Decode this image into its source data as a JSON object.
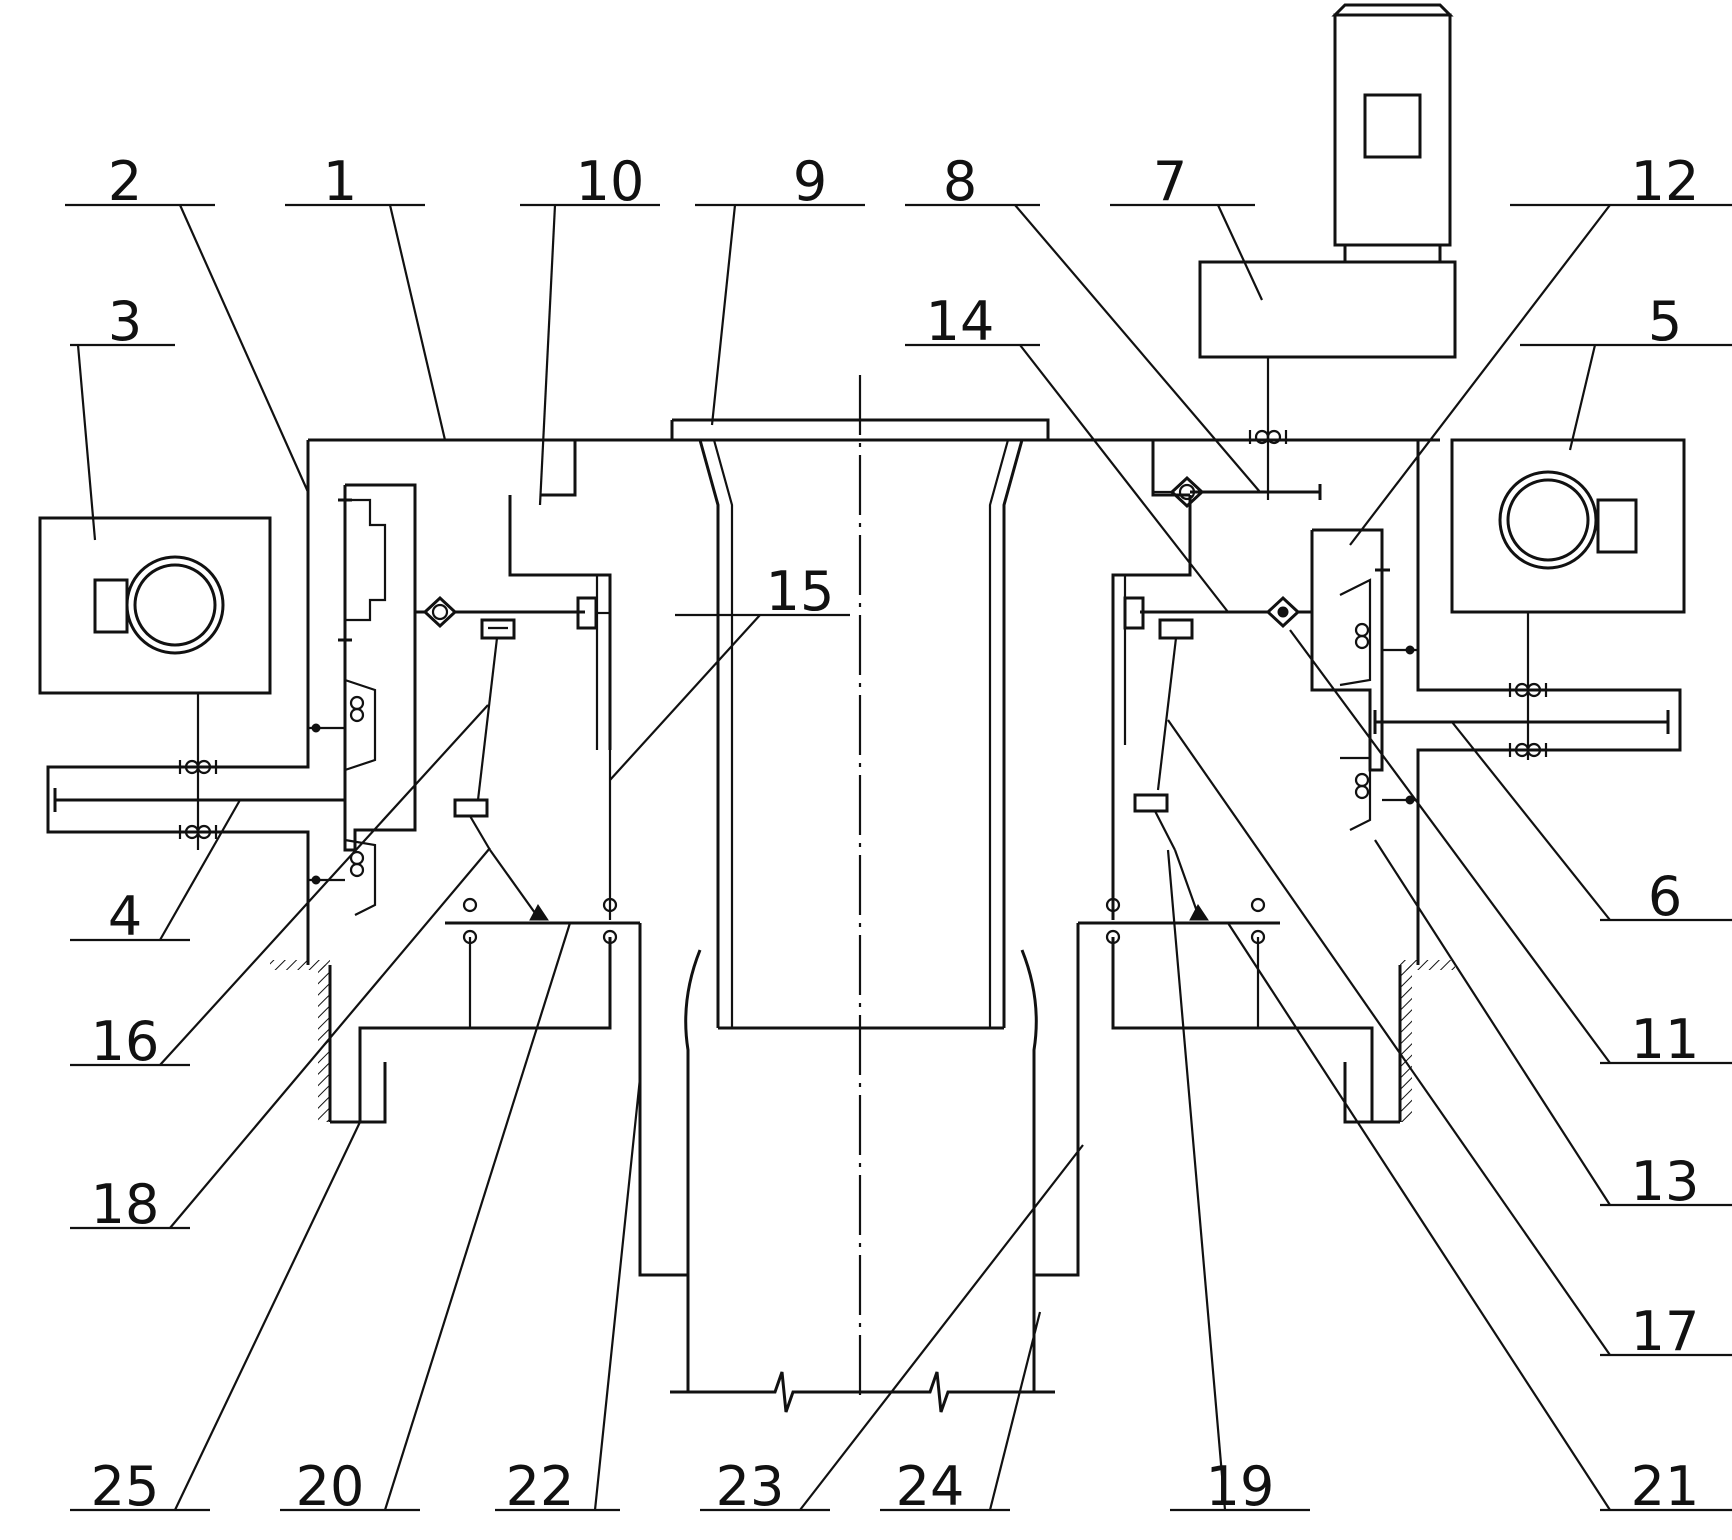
{
  "figure": {
    "part_labels": [
      "1",
      "2",
      "3",
      "4",
      "5",
      "6",
      "7",
      "8",
      "9",
      "10",
      "11",
      "12",
      "13",
      "14",
      "15",
      "16",
      "17",
      "18",
      "19",
      "20",
      "21",
      "22",
      "23",
      "24",
      "25"
    ],
    "line_color": "#111111",
    "background_color": "#ffffff"
  }
}
